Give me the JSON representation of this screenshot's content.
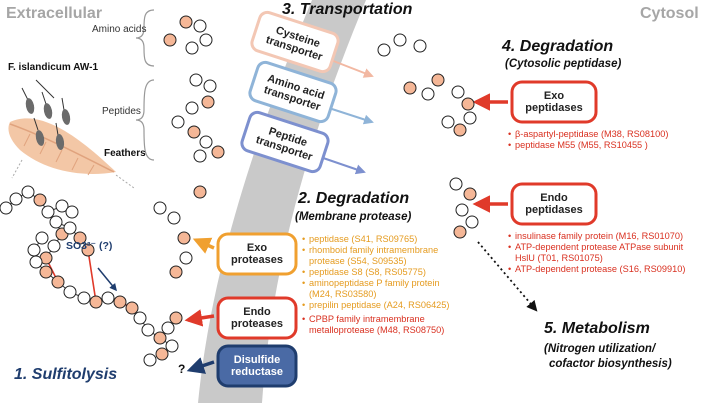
{
  "corners": {
    "left": "Extracellular",
    "right": "Cytosol"
  },
  "organism": {
    "name": "F. islandicum AW-1",
    "feathers": "Feathers"
  },
  "steps": {
    "transport": "3. Transportation",
    "degradation_cyto": "4. Degradation",
    "degradation_cyto_sub": "(Cytosolic peptidase)",
    "degradation_membrane": "2. Degradation",
    "degradation_membrane_sub": "(Membrane protease)",
    "sulfitolysis": "1. Sulfitolysis",
    "metabolism": "5. Metabolism",
    "metabolism_sub_1": "(Nitrogen utilization/",
    "metabolism_sub_2": "cofactor biosynthesis)"
  },
  "labels": {
    "amino_acids": "Amino acids",
    "peptides": "Peptides",
    "so3": "SO3²⁻ (?)",
    "question": "?"
  },
  "transporters": {
    "cysteine": [
      "Cysteine",
      "transporter"
    ],
    "amino_acid": [
      "Amino acid",
      "transporter"
    ],
    "peptide": [
      "Peptide",
      "transporter"
    ]
  },
  "enzymes": {
    "exo_peptidases": [
      "Exo",
      "peptidases"
    ],
    "endo_peptidases": [
      "Endo",
      "peptidases"
    ],
    "exo_proteases": [
      "Exo",
      "proteases"
    ],
    "endo_proteases": [
      "Endo",
      "proteases"
    ],
    "disulfide": [
      "Disulfide",
      "reductase"
    ]
  },
  "lists": {
    "exo_peptidases": [
      "β-aspartyl-peptidase (M38, RS08100)",
      "peptidase M55 (M55, RS10455 )"
    ],
    "endo_peptidases": [
      "insulinase family protein (M16, RS01070)",
      "ATP-dependent protease ATPase subunit HslU (T01, RS01075)",
      "ATP-dependent protease (S16, RS09910)"
    ],
    "exo_proteases": [
      "peptidase (S41, RS09765)",
      "rhomboid family intramembrane protease (S54, S09535)",
      "peptidase S8 (S8, RS05775)",
      "aminopeptidase P family protein (M24, RS03580)",
      "prepilin peptidase (A24, RS06425)"
    ],
    "endo_proteases": [
      "CPBP family intramembrane metalloprotease (M48, RS08750)"
    ]
  },
  "colors": {
    "membrane": "#c9c9c9",
    "residue": "#f5b797",
    "enzyme_red": "#e03a2a",
    "enzyme_orange": "#f0a030",
    "reductase_fill": "#4a6aa5",
    "cysteine_border": "#f3c7b4",
    "amino_border": "#8fb4d8",
    "peptide_border": "#7d90cf",
    "step_blue": "#1f3d6e"
  },
  "icons": {
    "arrows": "arrow-icon",
    "bubbles": "amino-acid-residue-icon",
    "feather": "feather-icon",
    "bacteria": "bacterium-icon"
  }
}
